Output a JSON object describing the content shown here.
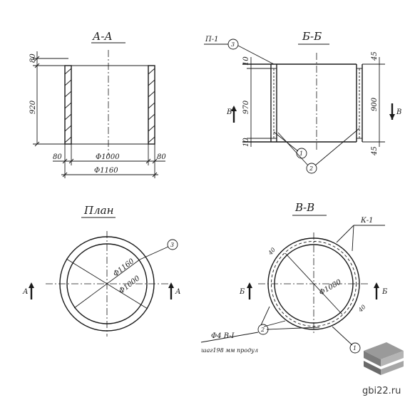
{
  "sections": {
    "aa": "А-А",
    "bb": "Б-Б",
    "plan": "План",
    "vv": "В-В"
  },
  "dims": {
    "aa_top_80": "80",
    "aa_height_920": "920",
    "aa_left_80": "80",
    "aa_right_80": "80",
    "aa_inner_dia": "Φ1000",
    "aa_outer_dia": "Φ1160",
    "bb_top_10": "10",
    "bb_970": "970",
    "bb_bottom_10": "10",
    "bb_45_top": "45",
    "bb_900": "900",
    "bb_45_bottom": "45",
    "plan_outer": "Φ1160",
    "plan_inner": "Φ1000",
    "vv_dia": "Φ1080",
    "vv_40_top": "40",
    "vv_40_right": "40"
  },
  "labels": {
    "p1": "П-1",
    "k1": "К-1",
    "mark_v_left": "В",
    "mark_v_right": "В",
    "mark_a_left": "А",
    "mark_a_right": "А",
    "mark_b_left": "Б",
    "mark_b_right": "Б",
    "rebar_spec": "Φ4 В-I",
    "rebar_step": "шаг198 мм продул"
  },
  "callouts": {
    "c3_bb": "3",
    "c1_bb": "1",
    "c2_bb": "2",
    "c3_plan": "3",
    "c2_vv": "2",
    "c1_vv": "1"
  },
  "watermark": {
    "site": "gbi22.ru"
  }
}
